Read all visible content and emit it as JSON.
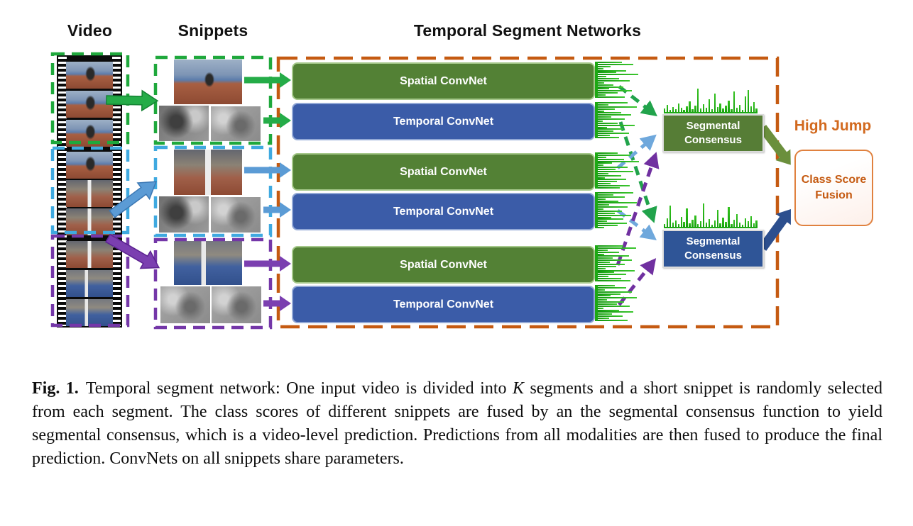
{
  "figure": {
    "headers": {
      "video": "Video",
      "snippets": "Snippets",
      "tsn": "Temporal Segment Networks"
    },
    "convnets": {
      "spatial": "Spatial ConvNet",
      "temporal": "Temporal ConvNet"
    },
    "consensus": {
      "line1": "Segmental",
      "line2": "Consensus"
    },
    "prediction": "High Jump",
    "fusion": {
      "line1": "Class Score",
      "line2": "Fusion"
    }
  },
  "score_histograms": {
    "per_snippet_horizontal": [
      [
        34,
        50,
        18,
        8,
        40,
        26,
        57,
        12,
        30,
        45,
        9,
        22,
        36,
        16,
        48,
        28,
        11,
        38
      ],
      [
        42,
        15,
        55,
        24,
        9,
        33,
        47,
        19,
        38,
        7,
        28,
        52,
        13,
        35,
        22,
        44,
        17,
        30
      ],
      [
        28,
        46,
        12,
        37,
        58,
        20,
        8,
        42,
        25,
        50,
        15,
        33,
        10,
        40,
        27,
        18,
        45,
        31
      ],
      [
        50,
        22,
        38,
        11,
        29,
        55,
        16,
        42,
        8,
        34,
        24,
        47,
        19,
        36,
        13,
        41,
        28,
        9
      ],
      [
        36,
        54,
        14,
        30,
        9,
        44,
        21,
        48,
        17,
        38,
        26,
        11,
        52,
        23,
        40,
        15,
        33,
        46
      ],
      [
        24,
        40,
        10,
        48,
        32,
        18,
        55,
        13,
        37,
        27,
        45,
        8,
        30,
        50,
        20,
        35,
        16,
        42
      ]
    ],
    "consensus_vertical_spatial": [
      5,
      10,
      3,
      7,
      4,
      12,
      6,
      3,
      8,
      15,
      4,
      9,
      33,
      5,
      11,
      6,
      18,
      4,
      26,
      7,
      12,
      5,
      9,
      16,
      4,
      29,
      6,
      10,
      3,
      22,
      31,
      8,
      14,
      5
    ],
    "consensus_vertical_temporal": [
      4,
      12,
      30,
      6,
      9,
      4,
      14,
      7,
      26,
      5,
      10,
      16,
      4,
      8,
      33,
      6,
      11,
      3,
      9,
      24,
      5,
      13,
      7,
      28,
      4,
      10,
      18,
      6,
      3,
      12,
      8,
      15,
      5,
      9
    ]
  },
  "caption": {
    "label": "Fig. 1.",
    "runs": [
      {
        "text": "Temporal segment network: One input video is divided into "
      },
      {
        "text": "K",
        "italic": true
      },
      {
        "text": " segments and a short snippet is randomly selected from each segment. The class scores of different snippets are fused by an the segmental consensus function to yield segmental consensus, which is a video-level prediction. Predictions from all modalities are then fused to produce the final prediction. ConvNets on all snippets share parameters."
      }
    ]
  },
  "colors": {
    "segment_green": "#1FA83C",
    "segment_blue": "#3FA9E0",
    "segment_purple": "#7437A8",
    "tsn_border": "#C55A11",
    "spatial_fill": "#538135",
    "spatial_border": "#A5C88A",
    "temporal_fill": "#3B5CA8",
    "temporal_border": "#93A9D6",
    "consensus_green_fill": "#567D36",
    "consensus_blue_fill": "#2F5597",
    "consensus_border": "#DBDBDB",
    "hist_green": "#1DA814",
    "connector_green": "#21A34B",
    "connector_blue": "#6FA8DC",
    "connector_purple": "#7030A0",
    "fusion_border": "#E0813F",
    "fusion_text": "#C55A11",
    "prediction_text": "#D2691E",
    "arrow_to_fusion_green": "#6B8F3C",
    "arrow_to_fusion_blue": "#2C4F8E"
  }
}
